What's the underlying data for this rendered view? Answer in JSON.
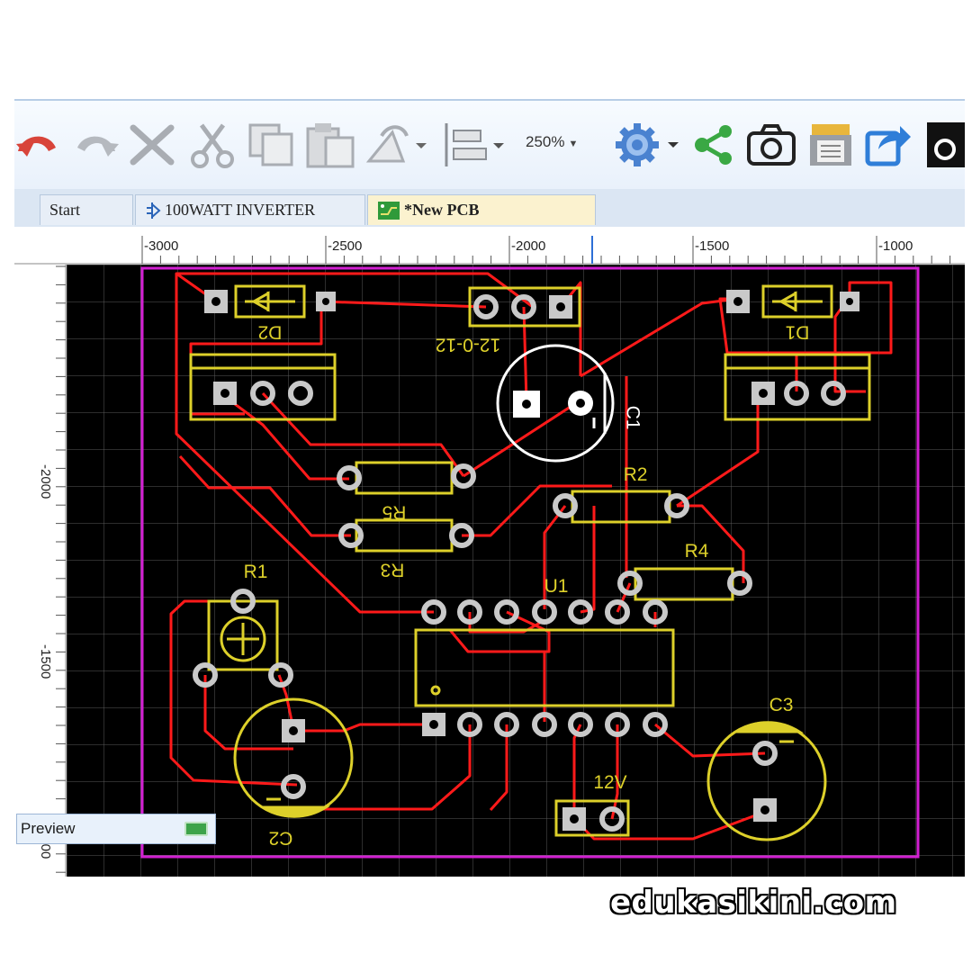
{
  "toolbar": {
    "zoom_label": "250%",
    "buttons": [
      "undo-icon",
      "redo-icon",
      "delete-icon",
      "cut-icon",
      "copy-icon",
      "paste-icon",
      "rotate-icon",
      "align-icon",
      "settings-icon",
      "share-icon",
      "camera-icon",
      "print-icon",
      "export-icon"
    ]
  },
  "tabs": [
    {
      "label": "Start",
      "active": false
    },
    {
      "label": "100WATT INVERTER",
      "active": false
    },
    {
      "label": "*New PCB",
      "active": true
    }
  ],
  "ruler": {
    "horizontal": [
      "-3000",
      "-2500",
      "-2000",
      "-1500",
      "-1000"
    ],
    "vertical": [
      "-2000",
      "-1500",
      "-1000"
    ]
  },
  "pcb": {
    "component_labels": {
      "d2": "D2",
      "tf": "12-0-12",
      "d1": "D1",
      "c1": "C1",
      "r2": "R2",
      "r5": "R5",
      "r3": "R3",
      "r4": "R4",
      "r1": "R1",
      "u1": "U1",
      "c3": "C3",
      "j12": "12V",
      "c2": "C2"
    },
    "colors": {
      "board": "#000000",
      "trace": "#ff1a1a",
      "silkscreen": "#ddd02a",
      "outline": "#d21fd2",
      "pad": "#c9c9c9"
    }
  },
  "preview": {
    "label": "Preview"
  },
  "watermark": "edukasikini.com"
}
